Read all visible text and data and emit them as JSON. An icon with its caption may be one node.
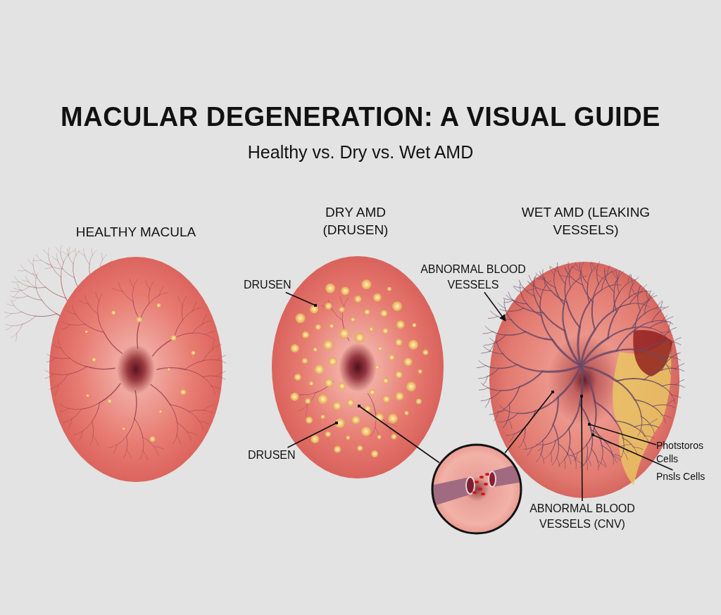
{
  "diagram": {
    "title": "MACULAR DEGENERATION: A VISUAL GUIDE",
    "nodes": [
      {
        "text": [
          "DRUSEN"
        ]
      },
      {
        "text": [
          "DRUSEN"
        ]
      },
      {
        "text": [
          "ABNORMAL BLOOD VESSELS"
        ]
      },
      {
        "text": [
          "ABNORMAL BLOOD VESSELS (CNV)"
        ]
      },
      {
        "text": [
          "Photstoros Cells"
        ]
      },
      {
        "text": [
          "Pnsls Cells"
        ]
      },
      {
        "text": [],
        "shape": "picture"
      }
    ],
    "edges": [
      {
        "from": 0,
        "to": null,
        "arrow": "other"
      },
      {
        "from": 1,
        "to": null,
        "arrow": "other"
      },
      {
        "from": 2,
        "to": null,
        "arrow": "to"
      },
      {
        "from": 3,
        "to": null,
        "arrow": "other"
      },
      {
        "from": 4,
        "to": null,
        "arrow": "other"
      },
      {
        "from": 5,
        "to": null,
        "arrow": "other"
      },
      {
        "from": 6,
        "to": null,
        "arrow": "other"
      },
      {
        "from": 6,
        "to": null,
        "arrow": "other"
      }
    ],
    "labels": [
      "Healthy vs. Dry vs. Wet AMD",
      "HEALTHY MACULA",
      "DRY AMD (DRUSEN)",
      "WET AMD (LEAKING VESSELS)"
    ]
  }
}
